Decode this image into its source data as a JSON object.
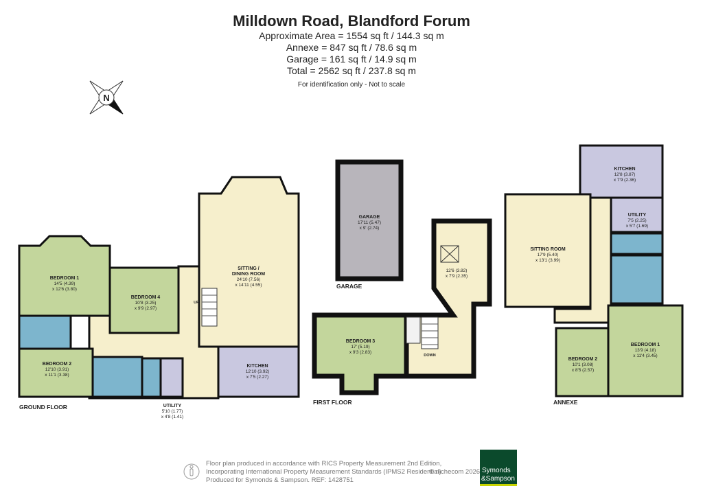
{
  "header": {
    "title": "Milldown Road, Blandford Forum",
    "areas": [
      "Approximate Area = 1554 sq ft / 144.3 sq m",
      "Annexe = 847 sq ft / 78.6 sq m",
      "Garage = 161 sq ft / 14.9 sq m",
      "Total = 2562 sq ft / 237.8 sq m"
    ],
    "note": "For identification only - Not to scale"
  },
  "compass": {
    "letter": "N",
    "icon": "compass-icon"
  },
  "ground_floor": {
    "label": "GROUND FLOOR",
    "stairs_label": "UP",
    "rooms": [
      {
        "name": "BEDROOM 1",
        "dim1": "14'5 (4.39)",
        "dim2": "x 12'6 (3.80)"
      },
      {
        "name": "BEDROOM 4",
        "dim1": "10'8 (3.25)",
        "dim2": "x 9'9 (2.97)"
      },
      {
        "name": "SITTING /",
        "name2": "DINING ROOM",
        "dim1": "24'10 (7.56)",
        "dim2": "x 14'11 (4.55)"
      },
      {
        "name": "BEDROOM 2",
        "dim1": "12'10 (3.91)",
        "dim2": "x 11'1 (3.38)"
      },
      {
        "name": "KITCHEN",
        "dim1": "12'10 (3.92)",
        "dim2": "x 7'5 (2.27)"
      },
      {
        "name": "UTILITY",
        "dim1": "5'10 (1.77)",
        "dim2": "x 4'8 (1.41)"
      }
    ]
  },
  "garage": {
    "label": "GARAGE",
    "rooms": [
      {
        "name": "GARAGE",
        "dim1": "17'11 (5.47)",
        "dim2": "x 9' (2.74)"
      }
    ]
  },
  "first_floor": {
    "label": "FIRST FLOOR",
    "stairs_label": "DOWN",
    "rooms": [
      {
        "name": "",
        "dim1": "12'6 (3.82)",
        "dim2": "x 7'9 (2.35)"
      },
      {
        "name": "BEDROOM 3",
        "dim1": "17' (5.19)",
        "dim2": "x 9'3 (2.83)"
      }
    ]
  },
  "annexe": {
    "label": "ANNEXE",
    "rooms": [
      {
        "name": "KITCHEN",
        "dim1": "12'8 (3.87)",
        "dim2": "x 7'9 (2.36)"
      },
      {
        "name": "UTILITY",
        "dim1": "7'5 (2.25)",
        "dim2": "x 5'7 (1.69)"
      },
      {
        "name": "SITTING ROOM",
        "dim1": "17'9 (5.40)",
        "dim2": "x 13'1 (3.99)"
      },
      {
        "name": "BEDROOM 2",
        "dim1": "10'1 (3.08)",
        "dim2": "x 8'5 (2.57)"
      },
      {
        "name": "BEDROOM 1",
        "dim1": "13'9 (4.18)",
        "dim2": "x 11'4 (3.45)"
      }
    ]
  },
  "footer": {
    "lines": [
      "Floor plan produced in accordance with RICS Property Measurement 2nd Edition,",
      "Incorporating International Property Measurement Standards (IPMS2 Residential).",
      "Produced for Symonds & Sampson.   REF:  1428751"
    ],
    "copyright": "© nichecom 2026.",
    "logo": {
      "line1": "Symonds",
      "line2": "&Sampson",
      "color": "#0b4a2c",
      "accent": "#c8d400"
    }
  },
  "colors": {
    "bedroom": "#c3d69c",
    "living": "#f6efcc",
    "bathroom": "#7db5cd",
    "kitchen_utility": "#c9c8e0",
    "garage": "#b8b5bb",
    "walls": "#111111"
  }
}
